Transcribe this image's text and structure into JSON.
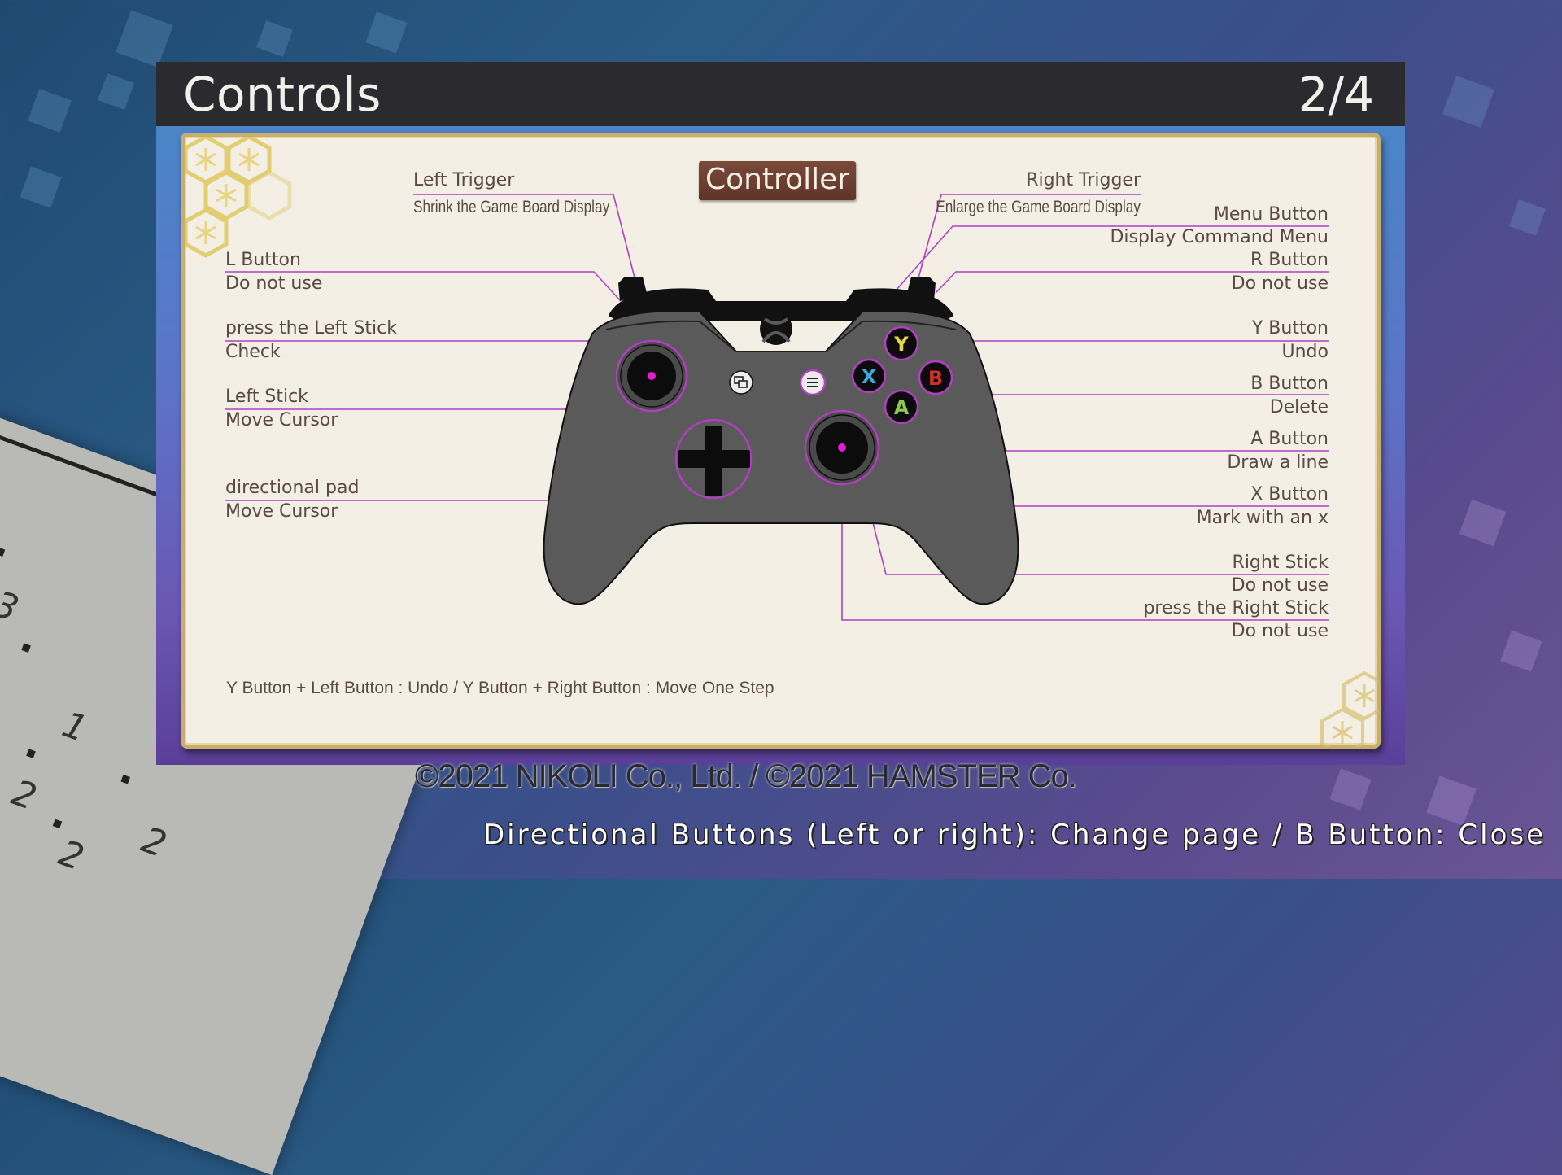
{
  "header": {
    "title": "Controls",
    "page_indicator": "2/4"
  },
  "section_badge": "Controller",
  "labels": {
    "left_trigger": {
      "name": "Left Trigger",
      "action": "Shrink the Game Board Display"
    },
    "right_trigger": {
      "name": "Right Trigger",
      "action": "Enlarge the Game Board Display"
    },
    "l_button": {
      "name": "L Button",
      "action": "Do not use"
    },
    "press_left_stick": {
      "name": "press the Left Stick",
      "action": "Check"
    },
    "left_stick": {
      "name": "Left Stick",
      "action": "Move Cursor"
    },
    "directional_pad": {
      "name": "directional pad",
      "action": "Move Cursor"
    },
    "menu_button": {
      "name": "Menu Button",
      "action": "Display Command Menu"
    },
    "r_button": {
      "name": "R Button",
      "action": "Do not use"
    },
    "y_button": {
      "name": "Y Button",
      "action": "Undo"
    },
    "b_button": {
      "name": "B Button",
      "action": "Delete"
    },
    "a_button": {
      "name": "A Button",
      "action": "Draw a line"
    },
    "x_button": {
      "name": "X Button",
      "action": "Mark with an x"
    },
    "right_stick": {
      "name": "Right Stick",
      "action": "Do not use"
    },
    "press_right_stick": {
      "name": "press the Right Stick",
      "action": "Do not use"
    }
  },
  "controller": {
    "face_buttons": {
      "Y": {
        "glyph": "Y",
        "color": "#e8d44a"
      },
      "X": {
        "glyph": "X",
        "color": "#3aa8d8"
      },
      "B": {
        "glyph": "B",
        "color": "#d0302c"
      },
      "A": {
        "glyph": "A",
        "color": "#8cc850"
      }
    },
    "body_color": "#5a5a5a",
    "leader_line_color": "#b040c0",
    "highlight_dot_color": "#e020d0"
  },
  "combo_text": "Y Button + Left Button : Undo  /  Y Button + Right Button : Move One Step",
  "copyright": "©2021 NIKOLI Co., Ltd. / ©2021 HAMSTER Co.",
  "footer_hint": "Directional Buttons (Left or right): Change page / B Button: Close"
}
